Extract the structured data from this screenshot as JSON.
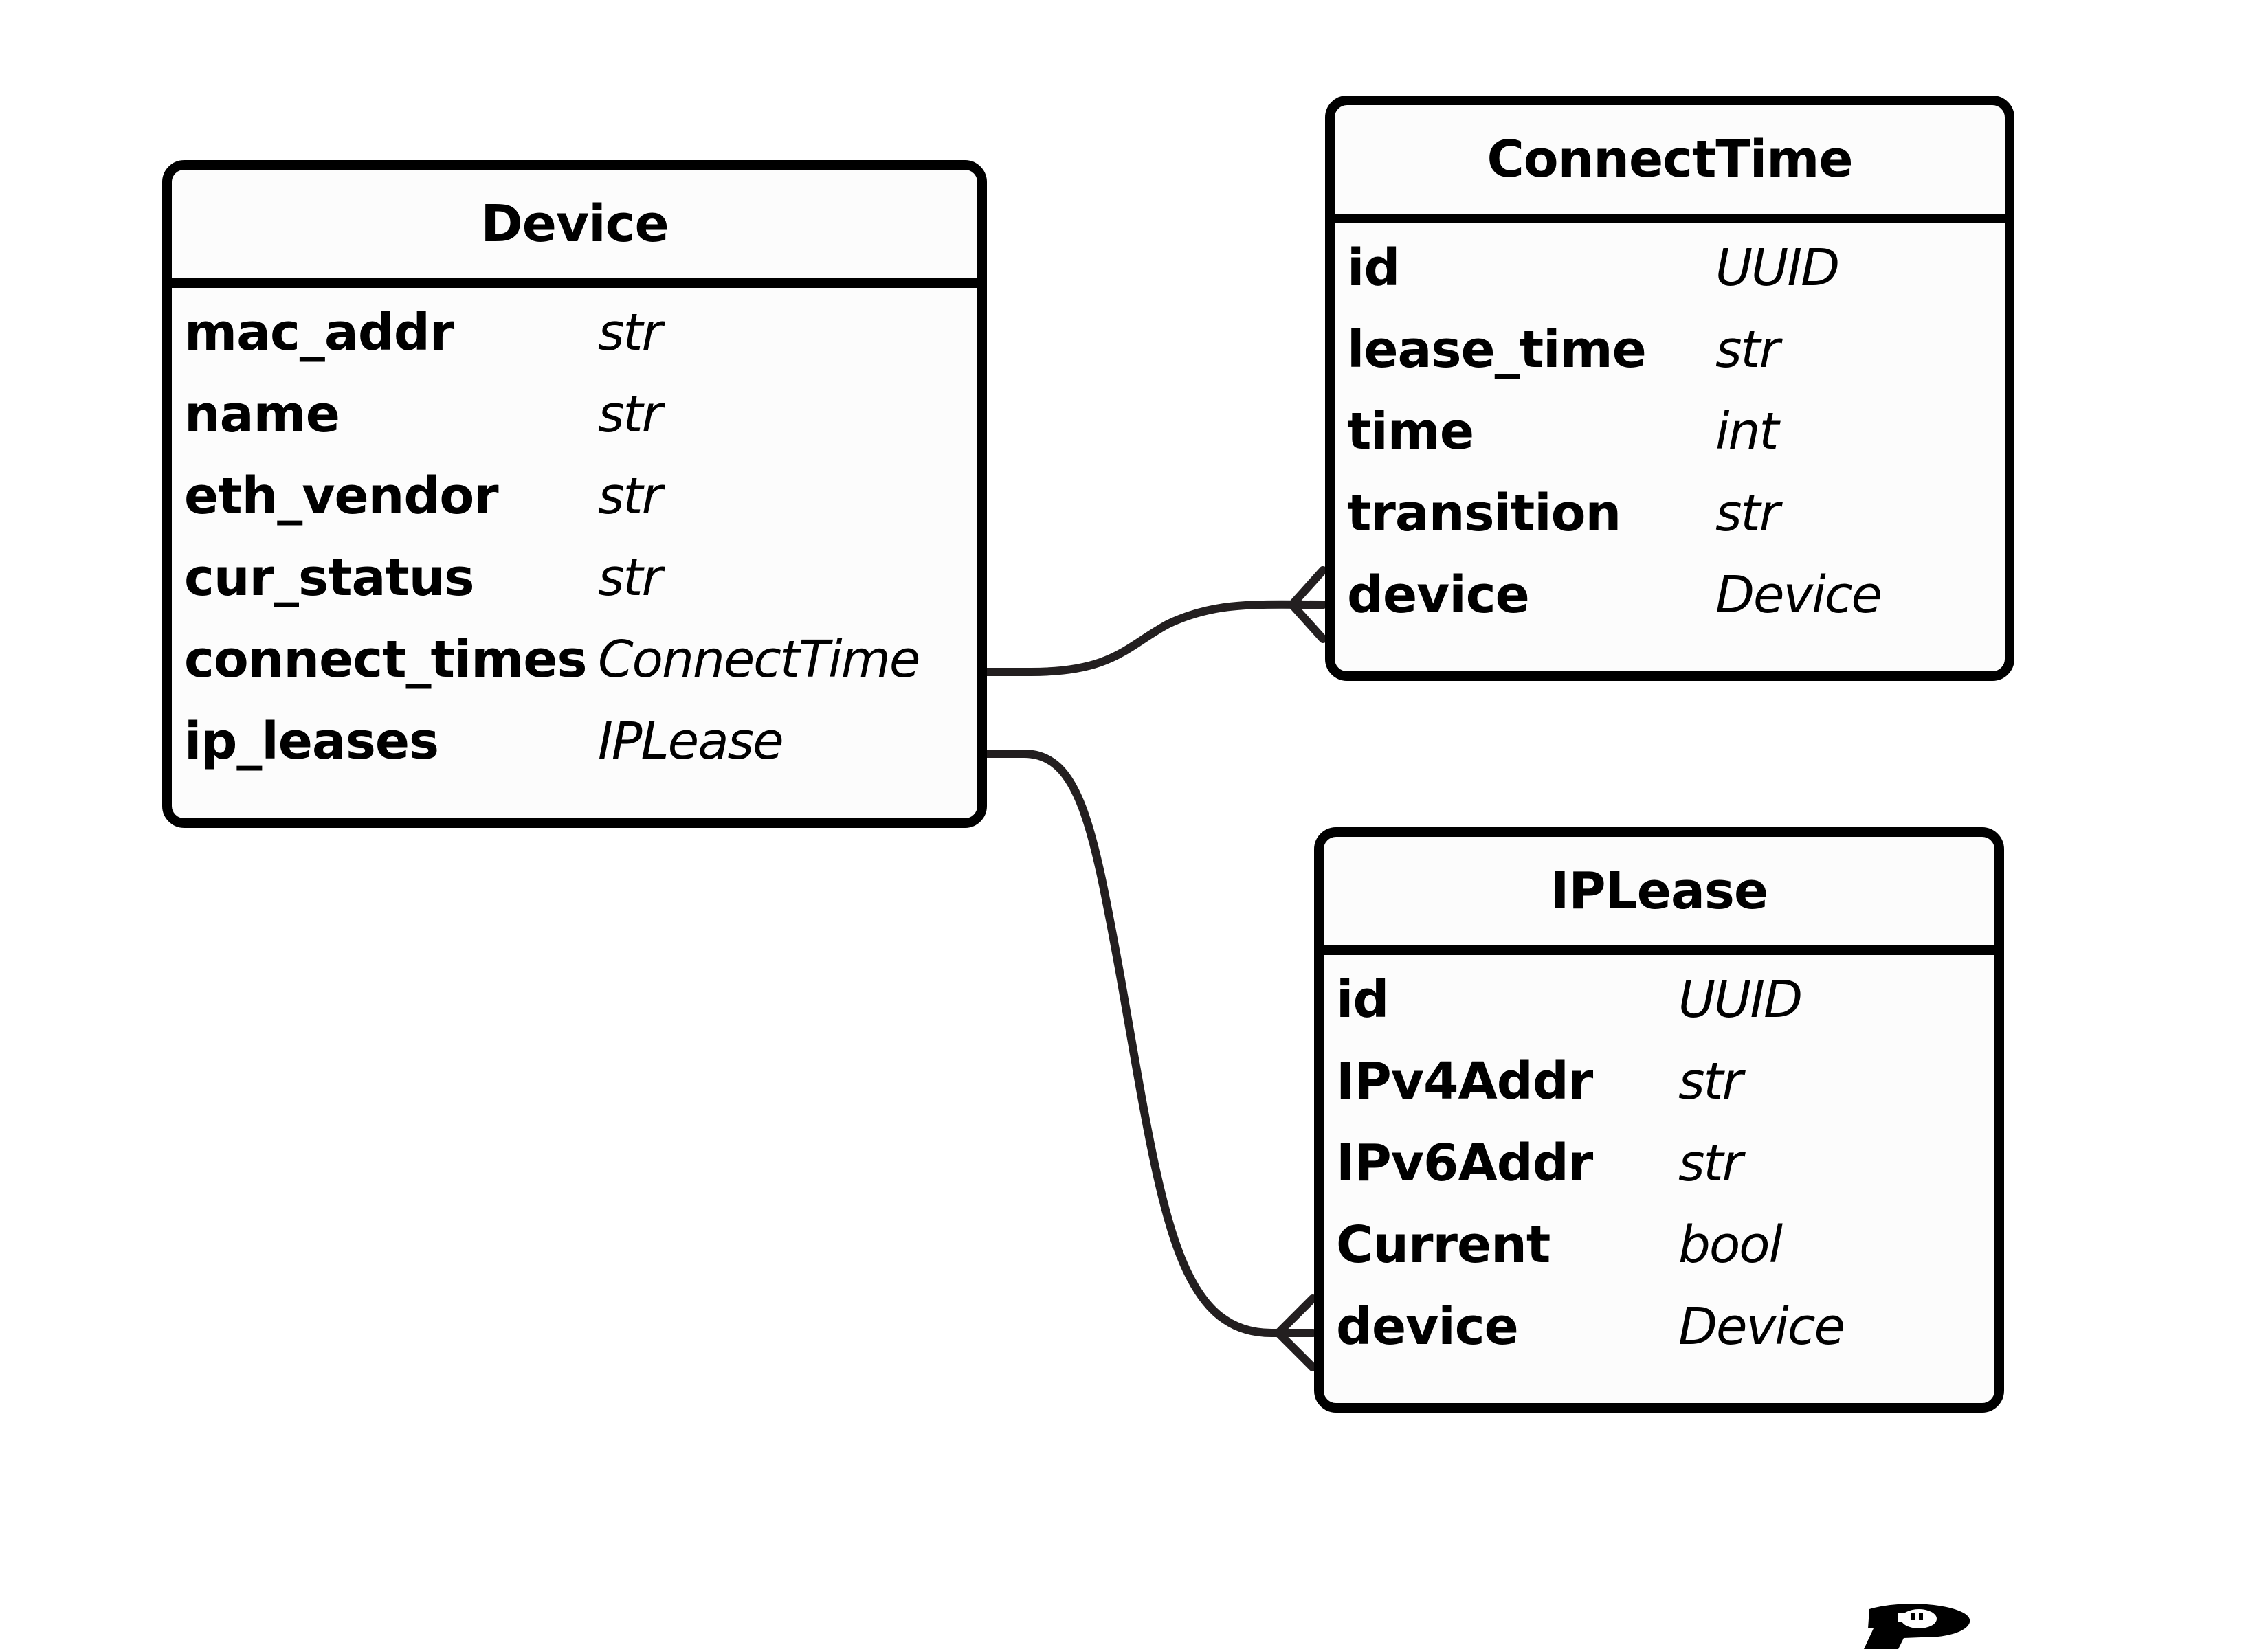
{
  "diagram": {
    "entities": [
      {
        "id": "device",
        "title": "Device",
        "fields": [
          {
            "name": "mac_addr",
            "type": "str"
          },
          {
            "name": "name",
            "type": "str"
          },
          {
            "name": "eth_vendor",
            "type": "str"
          },
          {
            "name": "cur_status",
            "type": "str"
          },
          {
            "name": "connect_times",
            "type": "ConnectTime"
          },
          {
            "name": "ip_leases",
            "type": "IPLease"
          }
        ]
      },
      {
        "id": "connecttime",
        "title": "ConnectTime",
        "fields": [
          {
            "name": "id",
            "type": "UUID"
          },
          {
            "name": "lease_time",
            "type": "str"
          },
          {
            "name": "time",
            "type": "int"
          },
          {
            "name": "transition",
            "type": "str"
          },
          {
            "name": "device",
            "type": "Device"
          }
        ]
      },
      {
        "id": "iplease",
        "title": "IPLease",
        "fields": [
          {
            "name": "id",
            "type": "UUID"
          },
          {
            "name": "IPv4Addr",
            "type": "str"
          },
          {
            "name": "IPv6Addr",
            "type": "str"
          },
          {
            "name": "Current",
            "type": "bool"
          },
          {
            "name": "device",
            "type": "Device"
          }
        ]
      }
    ],
    "relations": [
      {
        "from": "Device.connect_times",
        "to": "ConnectTime.device",
        "cardinality": "one-to-many"
      },
      {
        "from": "Device.ip_leases",
        "to": "IPLease.device",
        "cardinality": "one-to-many"
      }
    ],
    "line_color": "#231f20",
    "logo_icon": "pony-logo-icon"
  }
}
